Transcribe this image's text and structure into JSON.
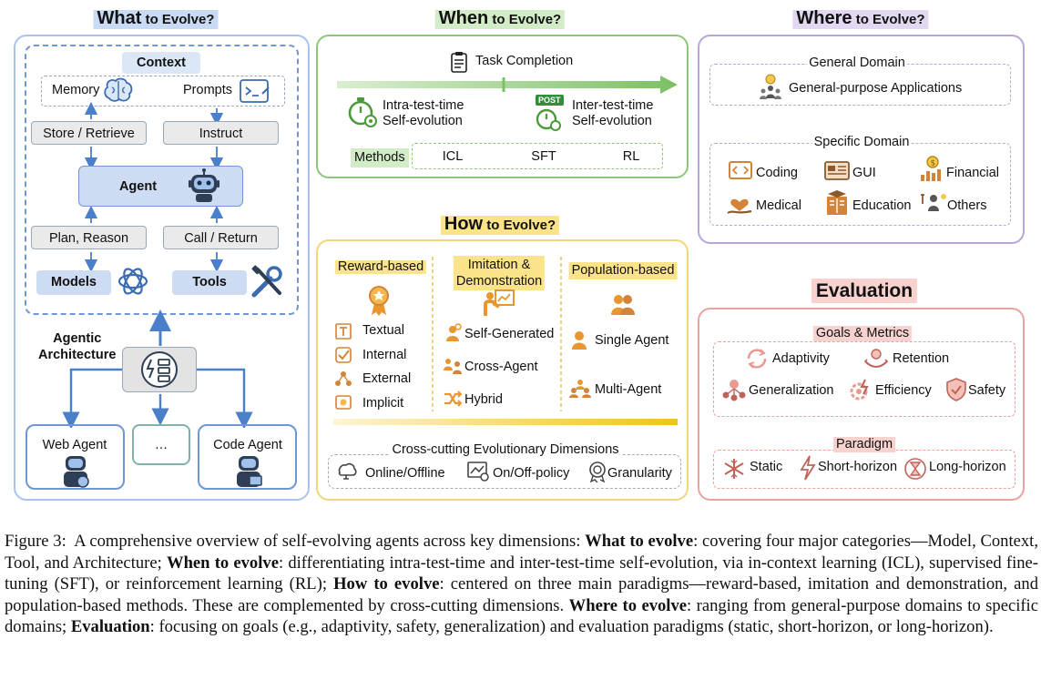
{
  "what": {
    "title_big": "What",
    "title_small": " to Evolve?",
    "context": "Context",
    "memory": "Memory",
    "prompts": "Prompts",
    "store_retrieve": "Store / Retrieve",
    "instruct": "Instruct",
    "agent": "Agent",
    "plan_reason": "Plan, Reason",
    "call_return": "Call / Return",
    "models": "Models",
    "tools": "Tools",
    "agentic_architecture": "Agentic\nArchitecture",
    "web_agent": "Web Agent",
    "ellipsis": "…",
    "code_agent": "Code Agent"
  },
  "when": {
    "title_big": "When",
    "title_small": " to Evolve?",
    "task_completion": "Task Completion",
    "intra": "Intra-test-time\nSelf-evolution",
    "inter": "Inter-test-time\nSelf-evolution",
    "post_badge": "POST",
    "methods_label": "Methods",
    "methods": [
      "ICL",
      "SFT",
      "RL"
    ]
  },
  "where": {
    "title_big": "Where",
    "title_small": " to Evolve?",
    "general_domain": "General Domain",
    "general_app": "General-purpose Applications",
    "specific_domain": "Specific Domain",
    "coding": "Coding",
    "gui": "GUI",
    "financial": "Financial",
    "medical": "Medical",
    "education": "Education",
    "others": "Others"
  },
  "how": {
    "title_big": "How",
    "title_small": " to Evolve?",
    "reward_based": "Reward-based",
    "imitation": "Imitation &\nDemonstration",
    "population_based": "Population-based",
    "textual": "Textual",
    "internal": "Internal",
    "external": "External",
    "implicit": "Implicit",
    "self_generated": "Self-Generated",
    "cross_agent": "Cross-Agent",
    "hybrid": "Hybrid",
    "single_agent": "Single Agent",
    "multi_agent": "Multi-Agent",
    "cross_cutting": "Cross-cutting Evolutionary Dimensions",
    "online_offline": "Online/Offline",
    "on_off_policy": "On/Off-policy",
    "granularity": "Granularity"
  },
  "evaluation": {
    "title": "Evaluation",
    "goals_metrics": "Goals & Metrics",
    "adaptivity": "Adaptivity",
    "retention": "Retention",
    "generalization": "Generalization",
    "efficiency": "Efficiency",
    "safety": "Safety",
    "paradigm": "Paradigm",
    "static": "Static",
    "short_horizon": "Short-horizon",
    "long_horizon": "Long-horizon"
  },
  "colors": {
    "what_border": "#a9c4ec",
    "when_border": "#8cc77a",
    "where_border": "#b8a6d9",
    "how_border": "#f2d67a",
    "eval_border": "#e8a3a0",
    "accent_blue": "#4a7fc9",
    "accent_green": "#6cb55a",
    "accent_orange": "#e8962e"
  },
  "caption": {
    "figure_label": "Figure 3:",
    "intro": "A comprehensive overview of self-evolving agents across key dimensions:",
    "what_label": "What to evolve",
    "what_text": ": covering four major categories—Model, Context, Tool, and Architecture;",
    "when_label": "When to evolve",
    "when_text": ": differentiating intra-test-time and inter-test-time self-evolution, via in-context learning (ICL), supervised fine-tuning (SFT), or reinforcement learning (RL);",
    "how_label": "How to evolve",
    "how_text": ": centered on three main paradigms—reward-based, imitation and demonstration, and population-based methods. These are complemented by cross-cutting dimensions.",
    "where_label": "Where to evolve",
    "where_text": ": ranging from general-purpose domains to specific domains;",
    "eval_label": "Evaluation",
    "eval_text": ": focusing on goals (e.g., adaptivity, safety, generalization) and evaluation paradigms (static, short-horizon, or long-horizon)."
  }
}
